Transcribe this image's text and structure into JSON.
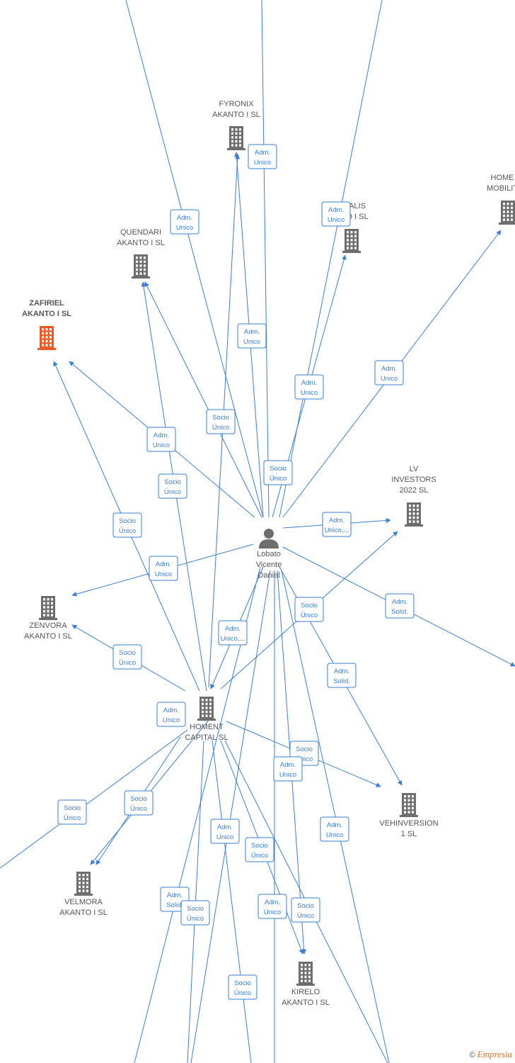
{
  "colors": {
    "edge": "#3a7fd5",
    "building": "#6e6e6e",
    "highlight": "#ee5a24",
    "person": "#6e6e6e"
  },
  "nodes": [
    {
      "id": "fyronix",
      "lines": [
        "FYRONIX",
        "AKANTO I  SL"
      ],
      "icon": "building-icon",
      "highlight": false
    },
    {
      "id": "quendari",
      "lines": [
        "QUENDARI",
        "AKANTO I  SL"
      ],
      "icon": "building-icon",
      "highlight": false
    },
    {
      "id": "zafiriel",
      "lines": [
        "ZAFIRIEL",
        "AKANTO I  SL"
      ],
      "icon": "building-icon",
      "highlight": true
    },
    {
      "id": "alis",
      "lines": [
        "ALIS",
        "O I  SL"
      ],
      "icon": "building-icon",
      "highlight": false
    },
    {
      "id": "home",
      "lines": [
        "HOME",
        "MOBILIT"
      ],
      "icon": "building-icon",
      "highlight": false
    },
    {
      "id": "lv",
      "lines": [
        "LV",
        "INVESTORS",
        "2022  SL"
      ],
      "icon": "building-icon",
      "highlight": false
    },
    {
      "id": "lobato",
      "lines": [
        "Lobato",
        "Vicente",
        "Daniel"
      ],
      "icon": "person-icon",
      "highlight": false
    },
    {
      "id": "zenvora",
      "lines": [
        "ZENVORA",
        "AKANTO I  SL"
      ],
      "icon": "building-icon",
      "highlight": false
    },
    {
      "id": "homent",
      "lines": [
        "HOMENT",
        "CAPITAL  SL"
      ],
      "icon": "building-icon",
      "highlight": false
    },
    {
      "id": "vehinversion",
      "lines": [
        "VEHINVERSION",
        "1  SL"
      ],
      "icon": "building-icon",
      "highlight": false
    },
    {
      "id": "velmora",
      "lines": [
        "VELMORA",
        "AKANTO I  SL"
      ],
      "icon": "building-icon",
      "highlight": false
    },
    {
      "id": "kirelo",
      "lines": [
        "KIRELO",
        "AKANTO I  SL"
      ],
      "icon": "building-icon",
      "highlight": false
    }
  ],
  "relations": [
    [
      "Adm.",
      "Unico"
    ],
    [
      "Adm.",
      "Unico"
    ],
    [
      "Adm.",
      "Unico"
    ],
    [
      "Adm.",
      "Unico"
    ],
    [
      "Adm.",
      "Unico"
    ],
    [
      "Adm.",
      "Unico"
    ],
    [
      "Socio",
      "Único"
    ],
    [
      "Adm.",
      "Unico"
    ],
    [
      "Socio",
      "Único"
    ],
    [
      "Socio",
      "Único"
    ],
    [
      "Adm.",
      "Unico,..."
    ],
    [
      "Socio",
      "Único"
    ],
    [
      "Adm.",
      "Unico"
    ],
    [
      "Adm.",
      "Solid."
    ],
    [
      "Socio",
      "Único"
    ],
    [
      "Adm.",
      "Unico,..."
    ],
    [
      "Adm.",
      "Solid."
    ],
    [
      "Socio",
      "Único"
    ],
    [
      "Adm.",
      "Unico"
    ],
    [
      "Socio",
      "Único"
    ],
    [
      "Adm.",
      "Unico"
    ],
    [
      "Socio",
      "Único"
    ],
    [
      "Socio",
      "Único"
    ],
    [
      "Adm.",
      "Unico"
    ],
    [
      "Adm.",
      "Unico"
    ],
    [
      "Socio",
      "Único"
    ],
    [
      "Adm.",
      "Solid."
    ],
    [
      "Socio",
      "Único"
    ],
    [
      "Adm.",
      "Unico"
    ],
    [
      "Socio",
      "Único"
    ],
    [
      "Socio",
      "Único"
    ]
  ],
  "footer": {
    "copyright": "©",
    "brand": "Empresia"
  }
}
